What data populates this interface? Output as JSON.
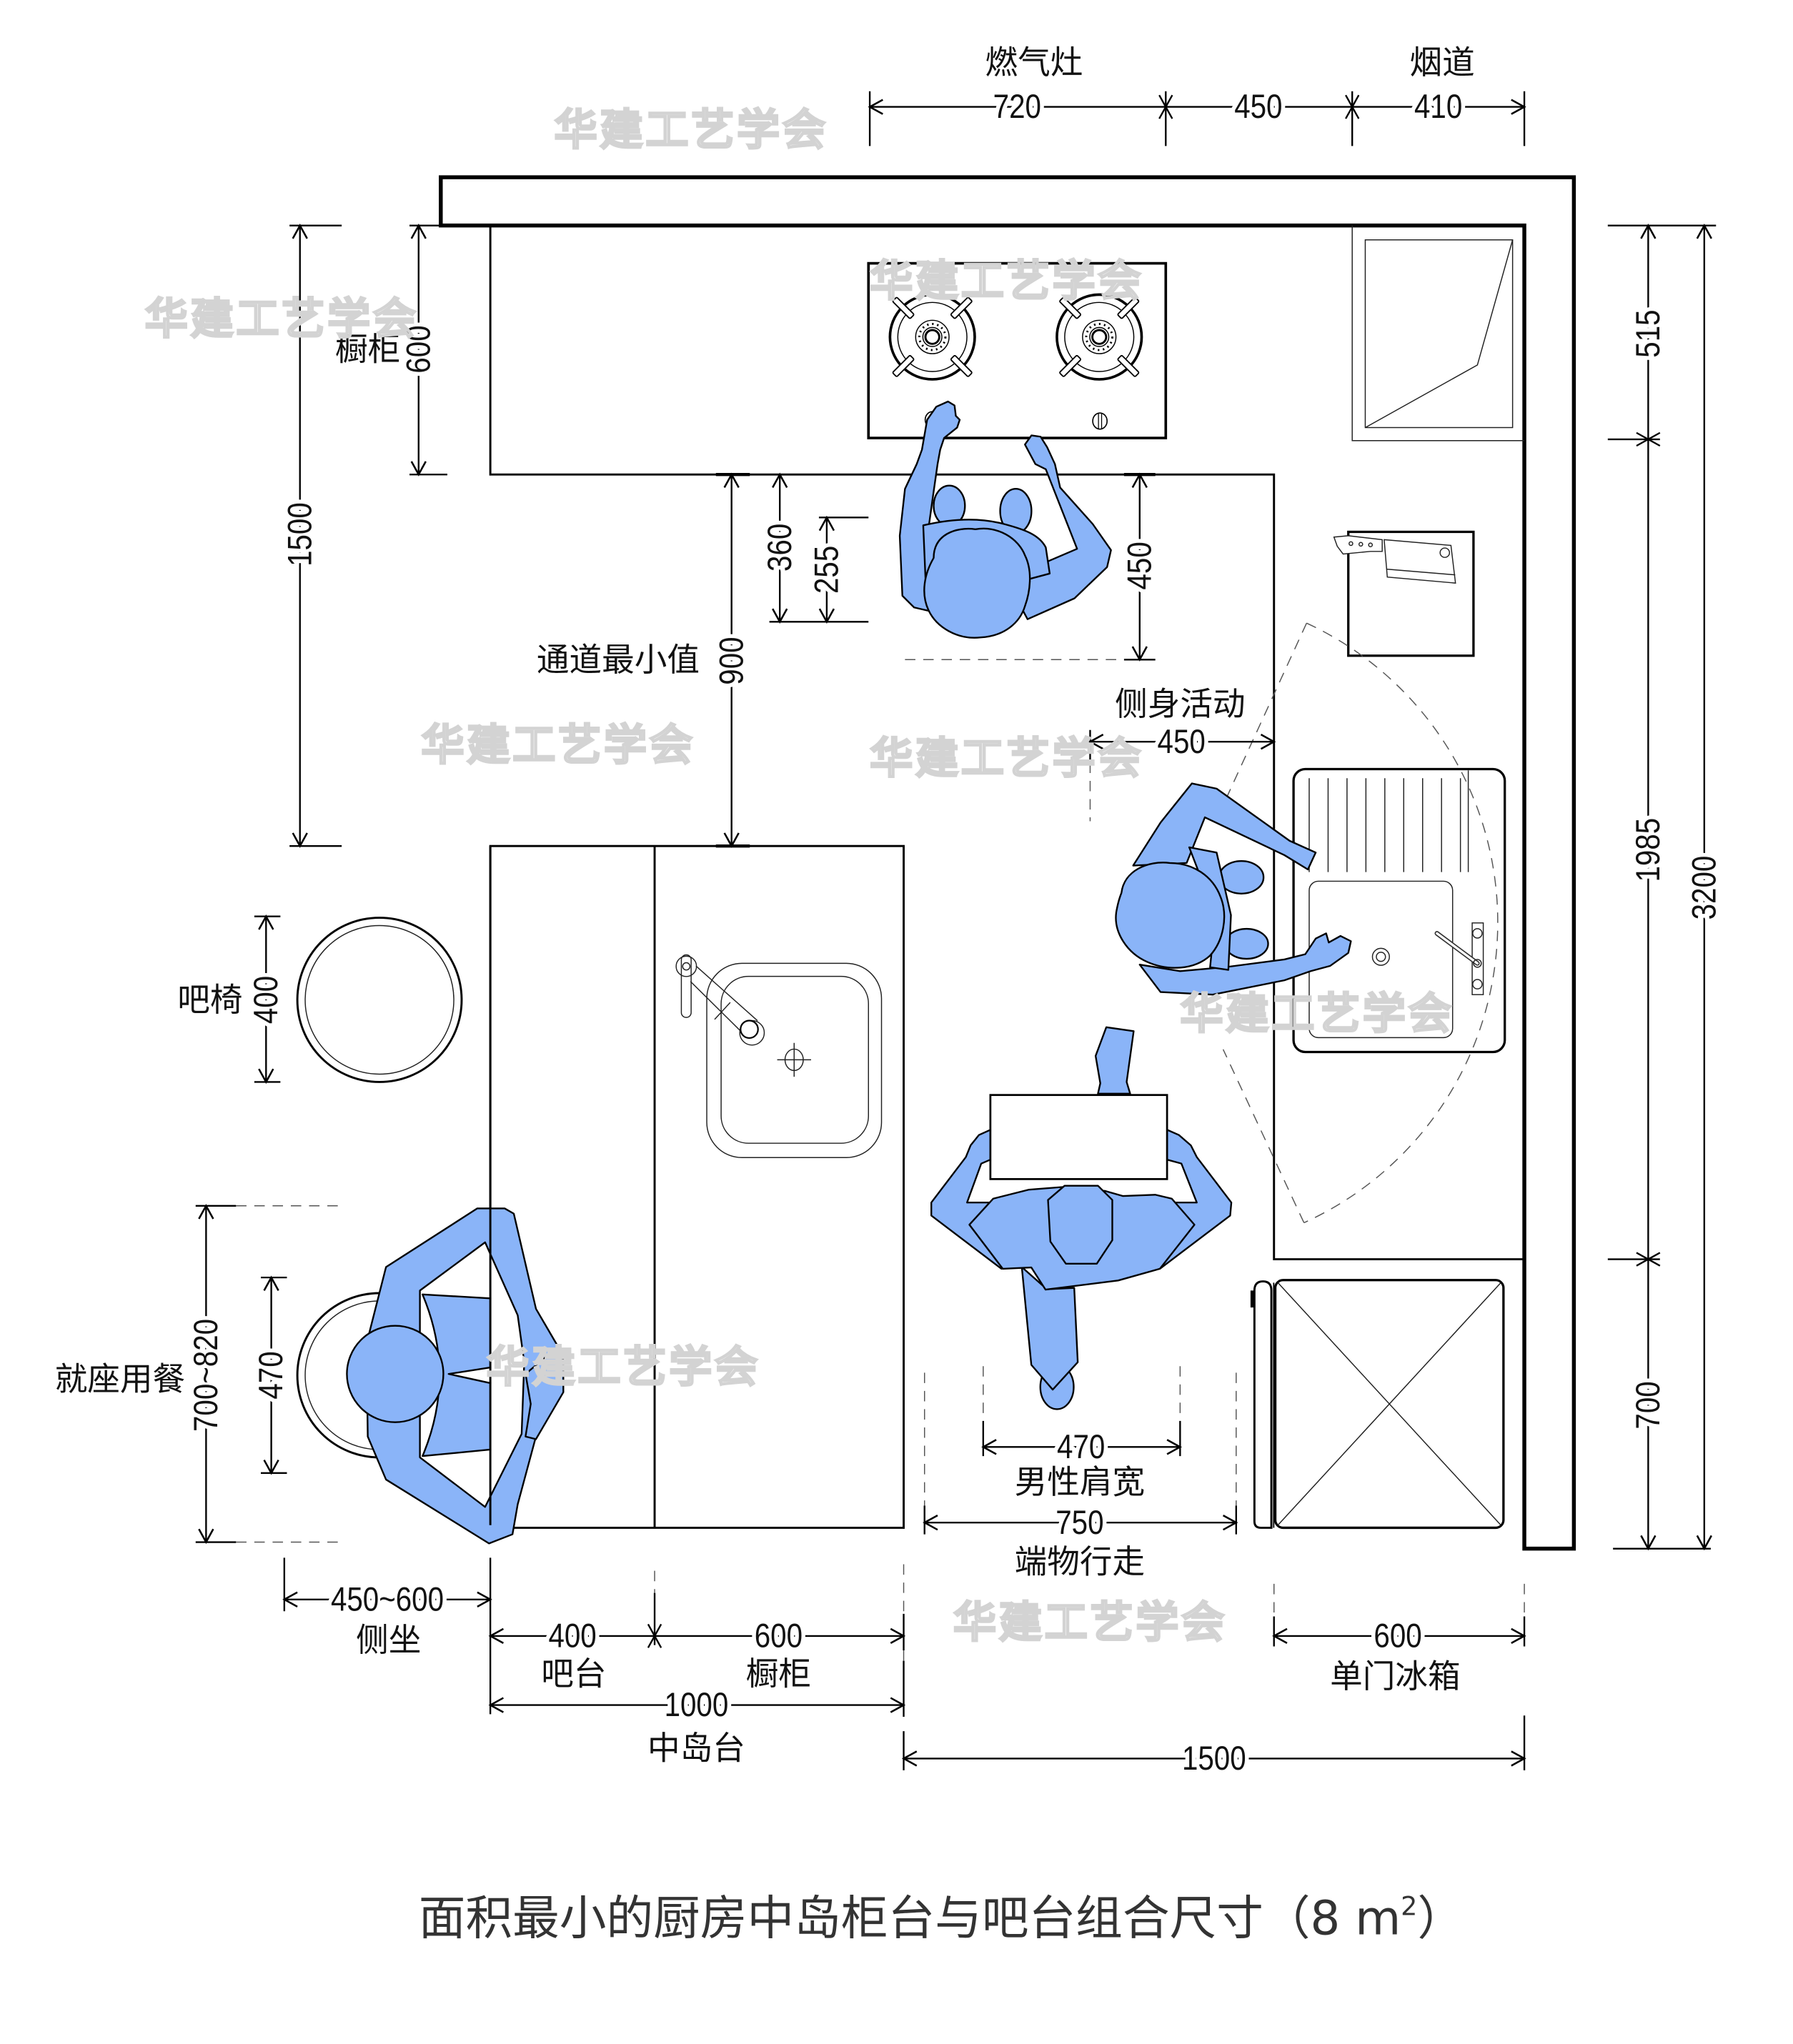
{
  "title": {
    "text": "面积最小的厨房中岛柜台与吧台组合尺寸（8 m",
    "superscript": "2",
    "suffix": "）"
  },
  "watermark": "华建工艺学会",
  "labels": {
    "stove": "燃气灶",
    "flue": "烟道",
    "wall_cabinet": "橱柜",
    "aisle_min": "通道最小值",
    "side_activity": "侧身活动",
    "bar_stool": "吧椅",
    "seated_dining": "就座用餐",
    "side_sit": "侧坐",
    "bar_counter": "吧台",
    "island_cabinet": "橱柜",
    "island": "中岛台",
    "male_shoulder": "男性肩宽",
    "carry_walk": "端物行走",
    "fridge": "单门冰箱"
  },
  "dimensions": {
    "top_stove": "720",
    "top_gap": "450",
    "top_flue": "410",
    "left_overall": "1500",
    "left_cabinet": "600",
    "aisle": "900",
    "reach_360": "360",
    "reach_255": "255",
    "stand_depth": "450",
    "side_activity": "450",
    "stool": "400",
    "dining_width": "700~820",
    "seated_shoulder": "470",
    "side_sit": "450~600",
    "bar_counter": "400",
    "island_cabinet": "600",
    "island_total": "1000",
    "male_shoulder": "470",
    "carry_walk": "750",
    "fridge": "600",
    "bottom_total": "1500",
    "right_flue": "515",
    "right_middle": "1985",
    "right_fridge": "700",
    "right_overall": "3200"
  },
  "colors": {
    "figure_fill": "#8ab4f8",
    "line": "#000000",
    "title": "#333333",
    "watermark": "#d3d3d3",
    "background": "#ffffff"
  }
}
